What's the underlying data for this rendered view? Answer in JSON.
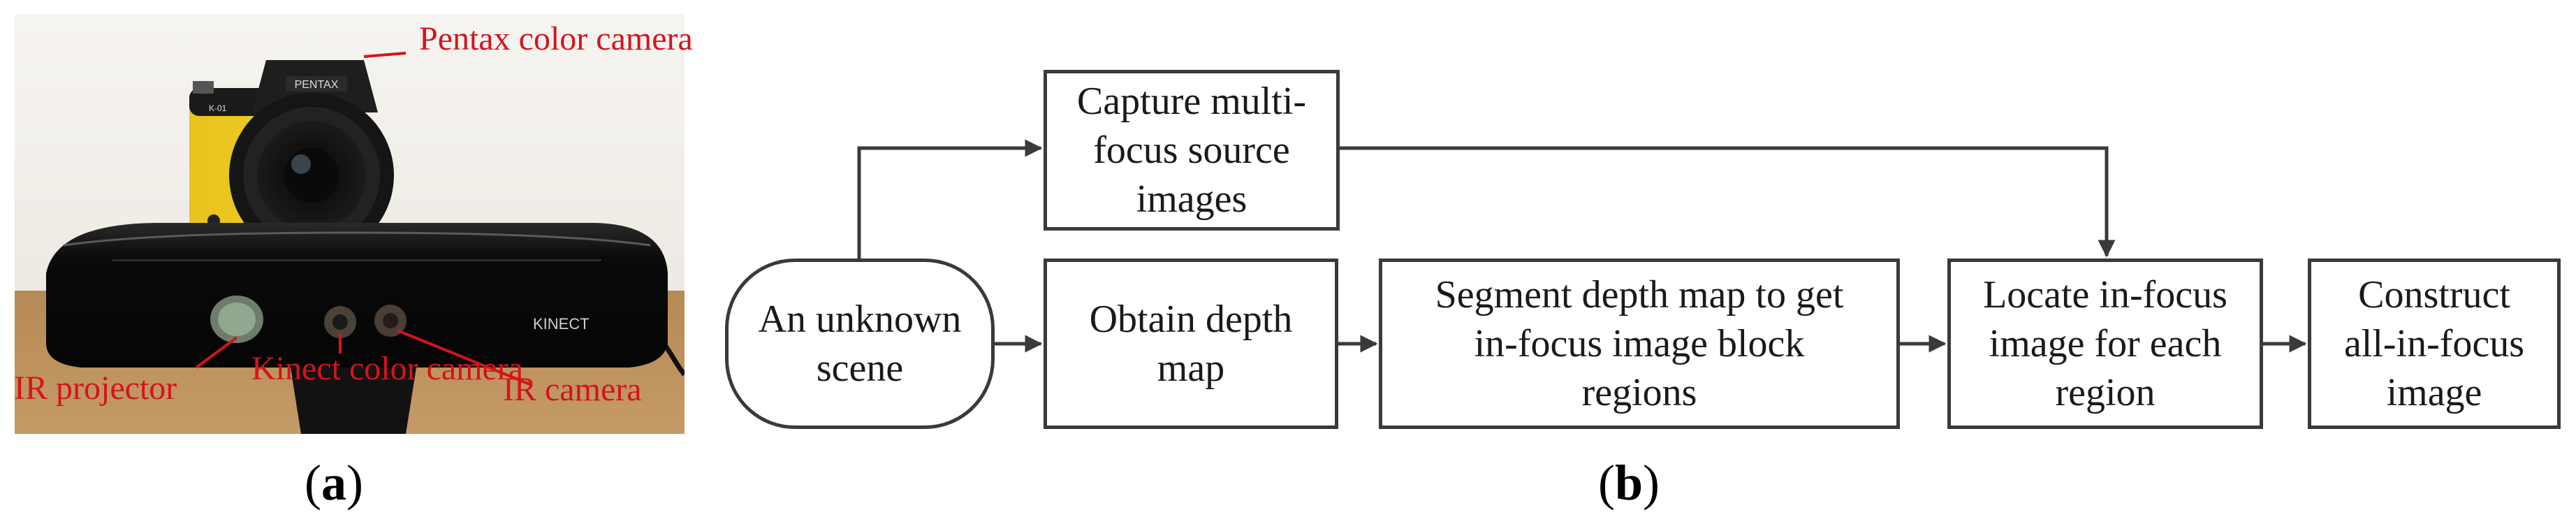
{
  "panel_a": {
    "caption_paren_open": "(",
    "caption_letter": "a",
    "caption_paren_close": ")",
    "kinect_brand": "KINECT",
    "camera_brand": "PENTAX",
    "camera_model": "K-01",
    "labels": {
      "pentax": "Pentax color camera",
      "ir_projector": "IR projector",
      "kinect_color": "Kinect color camera",
      "ir_camera": "IR camera"
    }
  },
  "panel_b": {
    "caption_paren_open": "(",
    "caption_letter": "b",
    "caption_paren_close": ")",
    "nodes": {
      "start": [
        "An unknown",
        "scene"
      ],
      "capture": [
        "Capture multi-",
        "focus source",
        "images"
      ],
      "depth": [
        "Obtain depth",
        "map"
      ],
      "segment": [
        "Segment depth map to get",
        "in-focus image block",
        "regions"
      ],
      "locate": [
        "Locate in-focus",
        "image for each",
        "region"
      ],
      "construct": [
        "Construct",
        "all-in-focus",
        "image"
      ]
    },
    "colors": {
      "stroke": "#3a3a3a",
      "label": "#d4141c"
    }
  }
}
